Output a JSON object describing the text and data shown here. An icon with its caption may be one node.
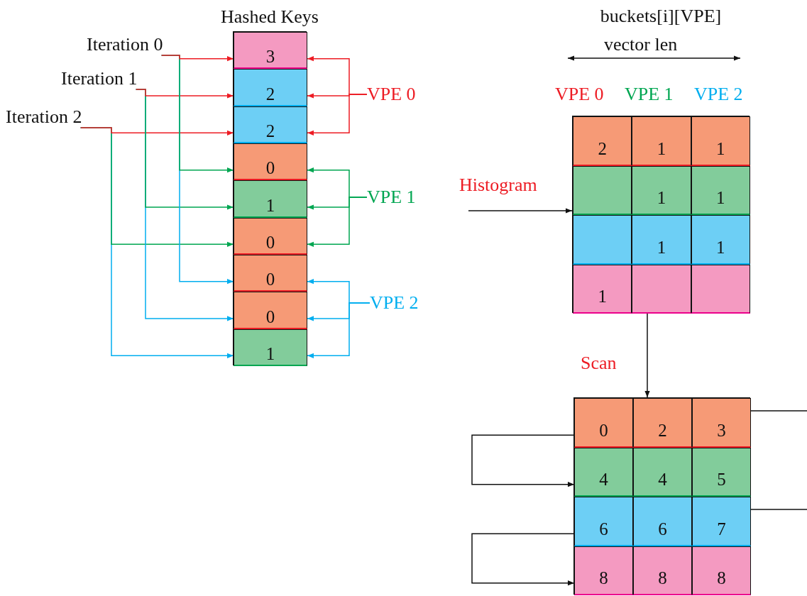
{
  "diagram": {
    "nodes": [
      {
        "text": [
          "Hashed Keys"
        ]
      },
      {
        "text": [
          "3"
        ],
        "in": 0
      },
      {
        "text": [
          "2"
        ],
        "in": 0
      },
      {
        "text": [
          "2"
        ],
        "in": 0
      },
      {
        "text": [
          "0"
        ],
        "in": 0
      },
      {
        "text": [
          "1"
        ],
        "in": 0
      },
      {
        "text": [
          "0"
        ],
        "in": 0
      },
      {
        "text": [
          "0"
        ],
        "in": 0
      },
      {
        "text": [
          "0"
        ],
        "in": 0
      },
      {
        "text": [
          "1"
        ],
        "in": 0
      },
      {
        "text": [
          "Iteration 0"
        ]
      },
      {
        "text": [
          "Iteration 1"
        ]
      },
      {
        "text": [
          "Iteration 2"
        ]
      },
      {
        "text": [
          "VPE 0"
        ]
      },
      {
        "text": [
          "VPE 1"
        ]
      },
      {
        "text": [
          "VPE 2"
        ]
      },
      {
        "text": [
          "buckets[i][VPE]"
        ]
      },
      {
        "text": [
          "2"
        ],
        "in": 16
      },
      {
        "text": [
          "1"
        ],
        "in": 16
      },
      {
        "text": [
          "1"
        ],
        "in": 16
      },
      {
        "text": [],
        "shape": "box",
        "in": 16
      },
      {
        "text": [
          "1"
        ],
        "in": 16
      },
      {
        "text": [
          "1"
        ],
        "in": 16
      },
      {
        "text": [],
        "shape": "box",
        "in": 16
      },
      {
        "text": [
          "1"
        ],
        "in": 16
      },
      {
        "text": [
          "1"
        ],
        "in": 16
      },
      {
        "text": [
          "1"
        ],
        "in": 16
      },
      {
        "text": [],
        "shape": "box",
        "in": 16
      },
      {
        "text": [],
        "shape": "box",
        "in": 16
      },
      {
        "text": [],
        "shape": "box"
      },
      {
        "text": [
          "0"
        ],
        "in": 29
      },
      {
        "text": [
          "2"
        ],
        "in": 29
      },
      {
        "text": [
          "3"
        ],
        "in": 29
      },
      {
        "text": [
          "4"
        ],
        "in": 29
      },
      {
        "text": [
          "4"
        ],
        "in": 29
      },
      {
        "text": [
          "5"
        ],
        "in": 29
      },
      {
        "text": [
          "6"
        ],
        "in": 29
      },
      {
        "text": [
          "6"
        ],
        "in": 29
      },
      {
        "text": [
          "7"
        ],
        "in": 29
      },
      {
        "text": [
          "8"
        ],
        "in": 29
      },
      {
        "text": [
          "8"
        ],
        "in": 29
      },
      {
        "text": [
          "8"
        ],
        "in": 29
      }
    ],
    "edges": [
      {
        "from": 10,
        "to": 1,
        "arrow": "to",
        "color": "#ed1c24"
      },
      {
        "from": 10,
        "to": 4,
        "arrow": "to",
        "color": "#00a651"
      },
      {
        "from": 10,
        "to": 7,
        "arrow": "to",
        "color": "#00aeef"
      },
      {
        "from": 11,
        "to": 2,
        "arrow": "to",
        "color": "#ed1c24"
      },
      {
        "from": 11,
        "to": 5,
        "arrow": "to",
        "color": "#00a651"
      },
      {
        "from": 11,
        "to": 8,
        "arrow": "to",
        "color": "#00aeef"
      },
      {
        "from": 12,
        "to": 3,
        "arrow": "to",
        "color": "#ed1c24"
      },
      {
        "from": 12,
        "to": 6,
        "arrow": "to",
        "color": "#00a651"
      },
      {
        "from": 12,
        "to": 9,
        "arrow": "to",
        "color": "#00aeef"
      },
      {
        "from": 13,
        "to": 1,
        "arrow": "to",
        "color": "#ed1c24"
      },
      {
        "from": 13,
        "to": 2,
        "arrow": "to",
        "color": "#ed1c24"
      },
      {
        "from": 13,
        "to": 3,
        "arrow": "to",
        "color": "#ed1c24"
      },
      {
        "from": 14,
        "to": 4,
        "arrow": "to",
        "color": "#00a651"
      },
      {
        "from": 14,
        "to": 5,
        "arrow": "to",
        "color": "#00a651"
      },
      {
        "from": 14,
        "to": 6,
        "arrow": "to",
        "color": "#00a651"
      },
      {
        "from": 15,
        "to": 7,
        "arrow": "to",
        "color": "#00aeef"
      },
      {
        "from": 15,
        "to": 8,
        "arrow": "to",
        "color": "#00aeef"
      },
      {
        "from": 15,
        "to": 9,
        "arrow": "to",
        "color": "#00aeef"
      },
      {
        "from": null,
        "to": 16,
        "arrow": "to",
        "label": "Histogram",
        "color": "#111111"
      },
      {
        "from": 16,
        "to": 29,
        "arrow": "to",
        "label": "Scan",
        "color": "#111111"
      },
      {
        "from": 32,
        "to": null,
        "arrow": "none",
        "color": "#111111"
      },
      {
        "from": 30,
        "to": 33,
        "arrow": "to",
        "color": "#111111"
      },
      {
        "from": 38,
        "to": null,
        "arrow": "none",
        "color": "#111111"
      },
      {
        "from": 36,
        "to": 39,
        "arrow": "to",
        "color": "#111111"
      }
    ],
    "labels": [
      "vector len",
      "VPE 0",
      "VPE 1",
      "VPE 2"
    ]
  }
}
